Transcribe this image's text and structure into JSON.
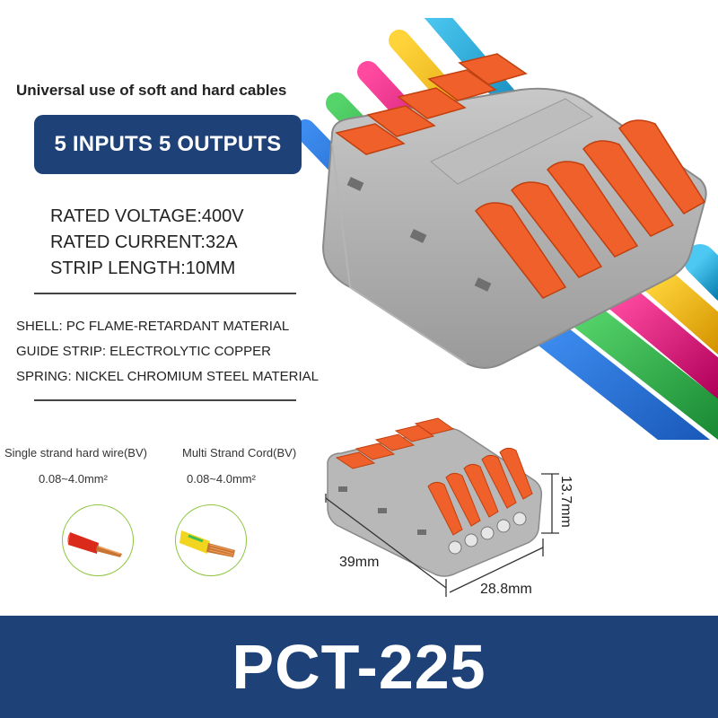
{
  "headline": "Universal use of soft and hard cables",
  "badge": "5 INPUTS 5 OUTPUTS",
  "specs": [
    "RATED VOLTAGE:400V",
    "RATED CURRENT:32A",
    "STRIP LENGTH:10MM"
  ],
  "materials": [
    "SHELL: PC FLAME-RETARDANT MATERIAL",
    "GUIDE STRIP: ELECTROLYTIC COPPER",
    "SPRING: NICKEL CHROMIUM STEEL MATERIAL"
  ],
  "wires": [
    {
      "label": "Single strand hard wire(BV)",
      "size": "0.08~4.0mm²",
      "insulation_color": "#d92a1c"
    },
    {
      "label": "Multi Strand Cord(BV)",
      "size": "0.08~4.0mm²",
      "insulation_color": "#f2d51e"
    }
  ],
  "dimensions": {
    "height": "13.7mm",
    "length": "39mm",
    "width": "28.8mm"
  },
  "model": "PCT-225",
  "colors": {
    "brand_blue": "#1e4178",
    "lever_orange": "#f0602a",
    "housing_gray": "#a9a9a9",
    "cables": [
      "#1f6fd0",
      "#2db34a",
      "#e0127a",
      "#f2b800",
      "#16a0d8"
    ]
  }
}
